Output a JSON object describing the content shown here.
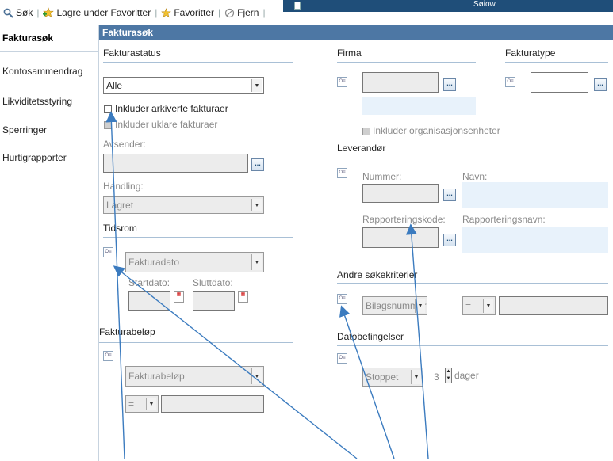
{
  "toolbar": {
    "search_label": "Søk",
    "save_fav_label": "Lagre under Favoritter",
    "favorites_label": "Favoritter",
    "remove_label": "Fjern"
  },
  "banner": {
    "title": "Søiow"
  },
  "sidebar": {
    "items": [
      {
        "label": "Fakturasøk"
      },
      {
        "label": "Kontosammendrag"
      },
      {
        "label": "Likviditetsstyring"
      },
      {
        "label": "Sperringer"
      },
      {
        "label": "Hurtigrapporter"
      }
    ]
  },
  "header": {
    "title": "Fakturasøk"
  },
  "left": {
    "fakturastatus_label": "Fakturastatus",
    "status_value": "Alle",
    "include_archived": "Inkluder arkiverte fakturaer",
    "include_unclear": "Inkluder uklare fakturaer",
    "sender_label": "Avsender:",
    "action_label": "Handling:",
    "action_value": "Lagret",
    "period_label": "Tidsrom",
    "date_type_value": "Fakturadato",
    "start_label": "Startdato:",
    "end_label": "Sluttdato:",
    "amount_label": "Fakturabeløp",
    "amount_select_value": "Fakturabeløp",
    "operator_value": "="
  },
  "right": {
    "company_label": "Firma",
    "invoice_type_label": "Fakturatype",
    "include_org_units": "Inkluder organisasjonsenheter",
    "supplier_label": "Leverandør",
    "number_label": "Nummer:",
    "name_label": "Navn:",
    "reporting_code_label": "Rapporteringskode:",
    "reporting_name_label": "Rapporteringsnavn:",
    "other_criteria_label": "Andre søkekriterier",
    "voucher_value": "Bilagsnummer",
    "operator_value": "=",
    "date_conditions_label": "Datobetingelser",
    "date_condition_value": "Stoppet",
    "days_value": "3",
    "days_unit": "dager"
  },
  "icons": {
    "filter_icon_text": "O≡",
    "ellipsis": "...",
    "calendar_text": "▦"
  },
  "colors": {
    "header_bg": "#4d77a4",
    "banner_bg": "#1f4e79",
    "arrow": "#3b7bbf"
  }
}
